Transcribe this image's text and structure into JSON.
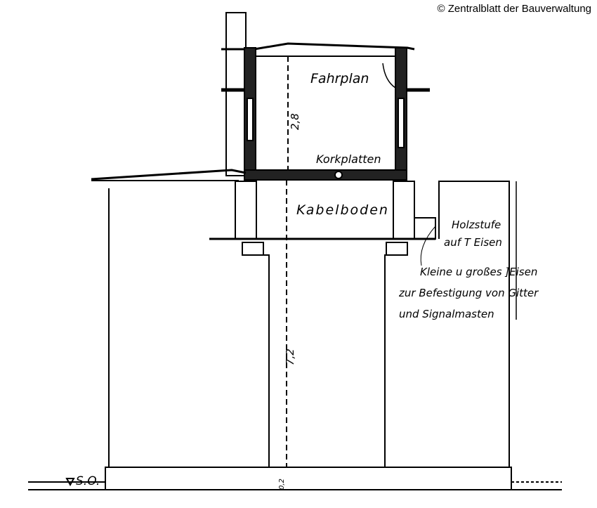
{
  "credit": "© Zentralblatt der Bauverwaltung",
  "labels": {
    "fahrplan": "Fahrplan",
    "korkplatten": "Korkplatten",
    "kabelboden": "Kabelboden",
    "holzstufe_1": "Holzstufe",
    "holzstufe_2": "auf T Eisen",
    "note_1": "Kleine u großes ]Eisen",
    "note_2": "zur Befestigung von Gitter",
    "note_3": "und Signalmasten",
    "ground": "S.O."
  },
  "dimensions": {
    "upper": "2,8",
    "lower": "7,2",
    "base": "0,2"
  }
}
